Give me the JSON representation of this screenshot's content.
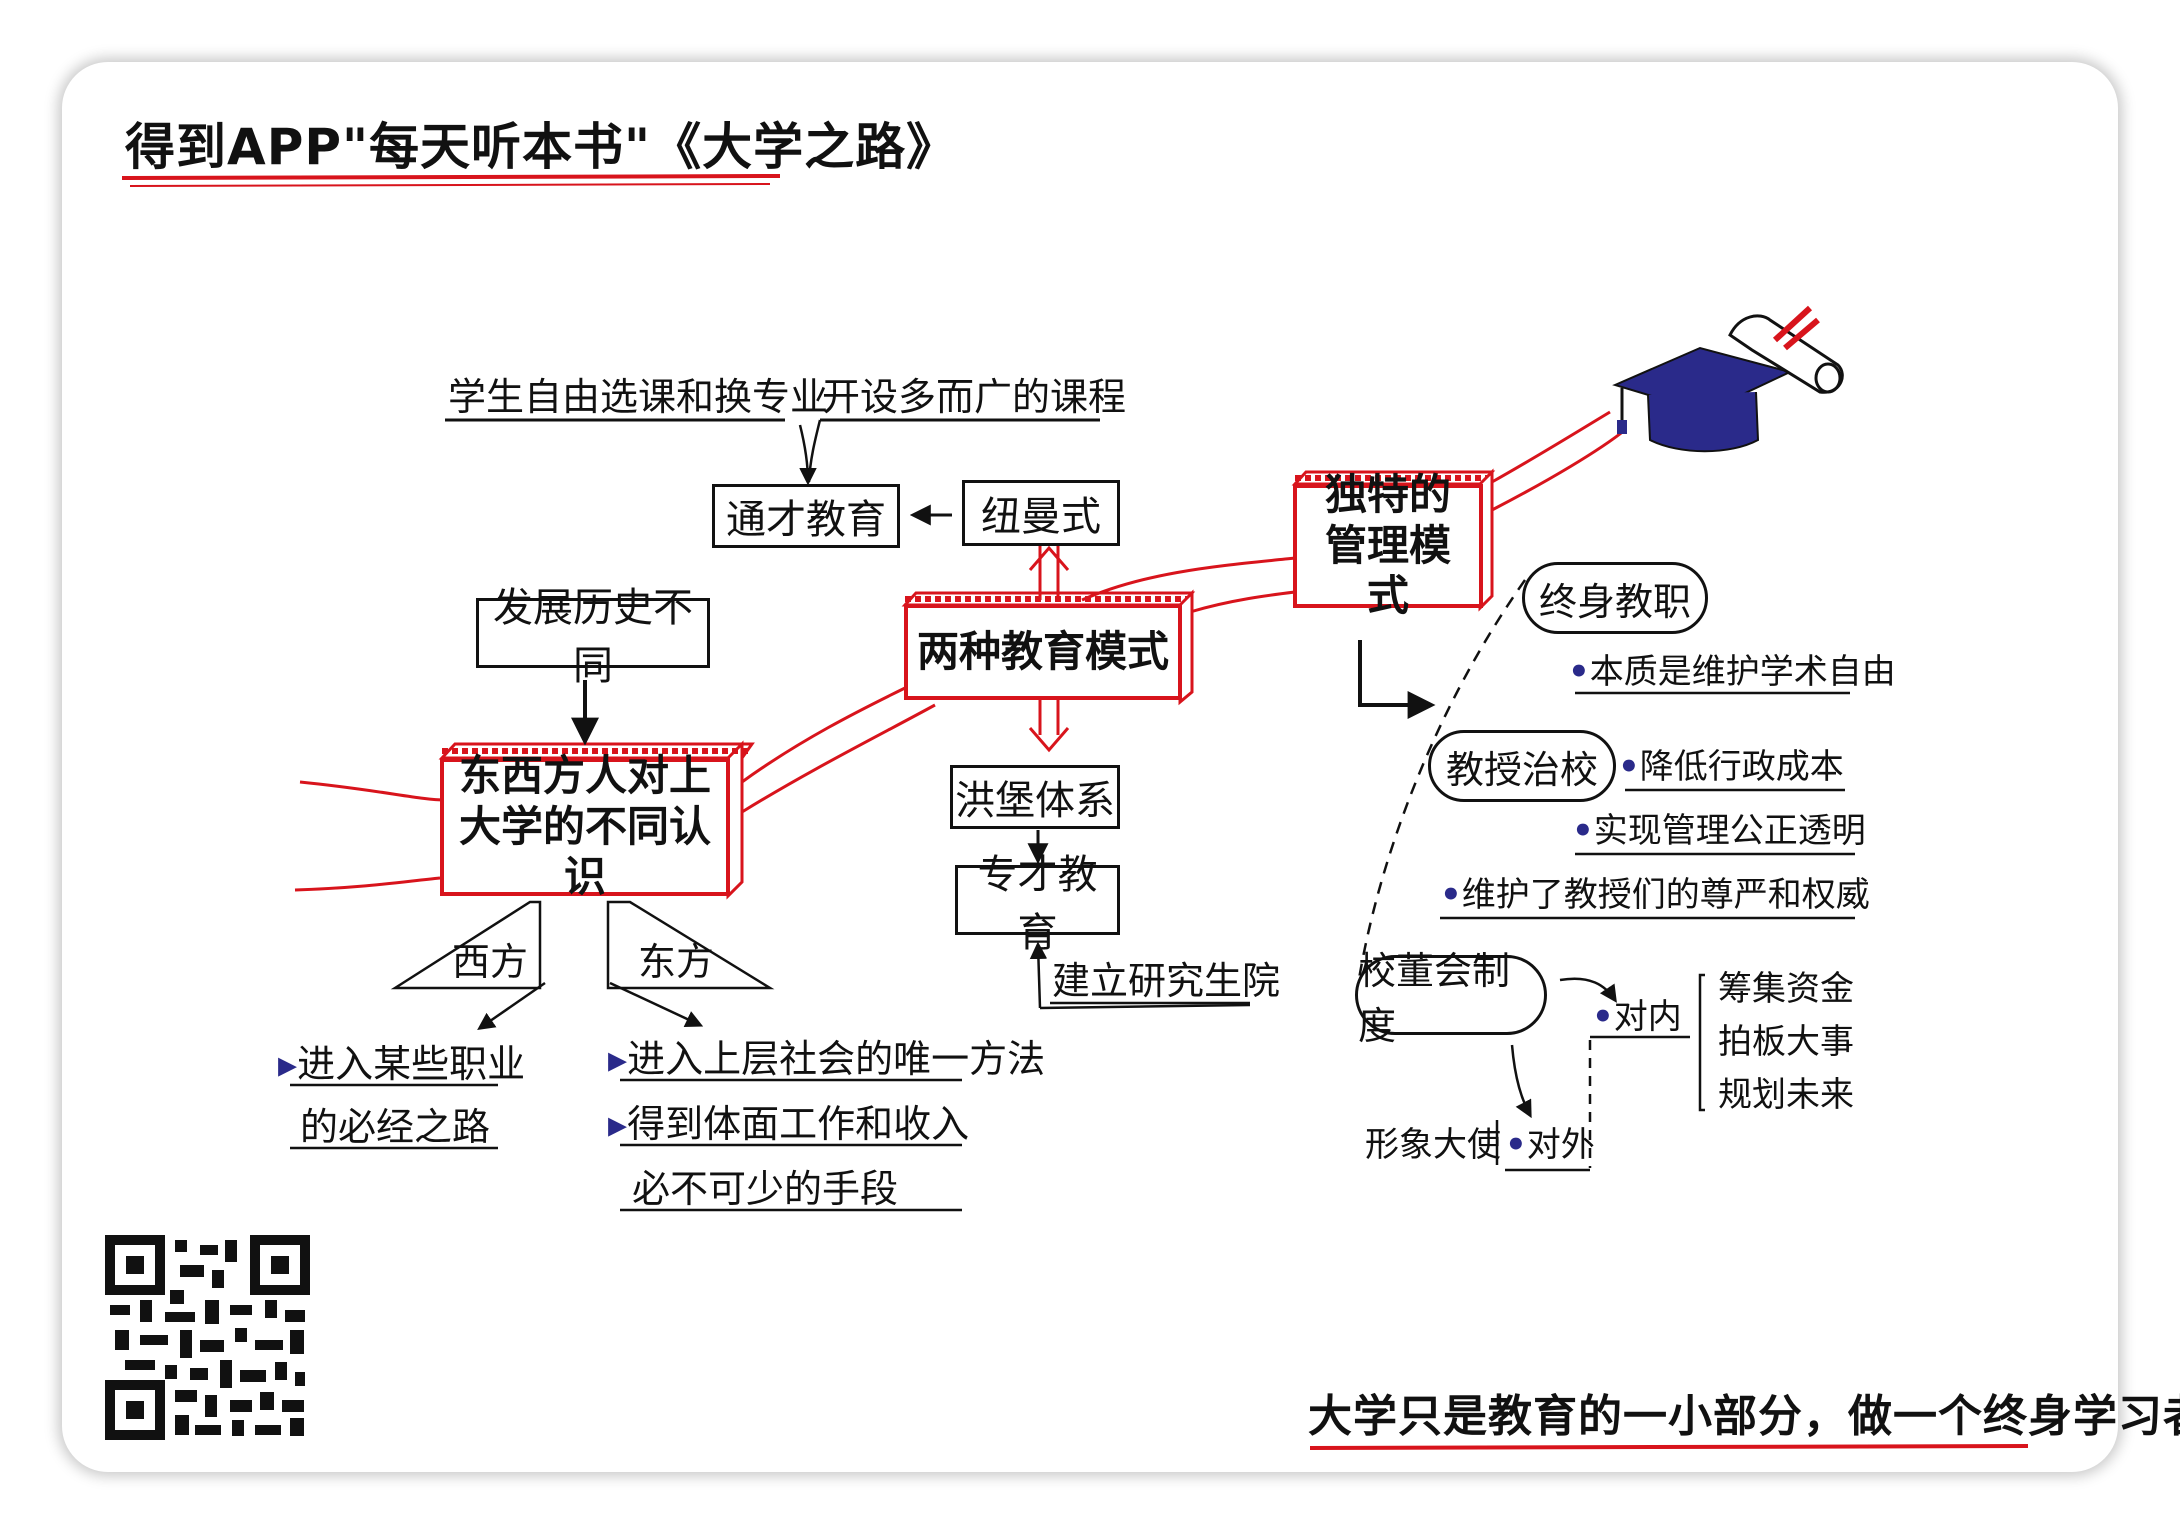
{
  "header": {
    "title": "得到APP\"每天听本书\"《大学之路》"
  },
  "center": {
    "label": "两种教育模式"
  },
  "left": {
    "main": "东西方人对上大学的不同认识",
    "history": "发展历史不同",
    "west": {
      "label": "西方",
      "items": [
        "进入某些职业",
        "的必经之路"
      ]
    },
    "east": {
      "label": "东方",
      "items": [
        "进入上层社会的唯一方法",
        "得到体面工作和收入",
        "必不可少的手段"
      ]
    }
  },
  "top": {
    "newman": "纽曼式",
    "general_edu": "通才教育",
    "free_choice": "学生自由选课和换专业",
    "broad_courses": "开设多而广的课程"
  },
  "bottom": {
    "humboldt": "洪堡体系",
    "specialist_edu": "专才教育",
    "graduate_school": "建立研究生院"
  },
  "right": {
    "management": "独特的管理模式",
    "tenure": "终身教职",
    "tenure_note": "本质是维护学术自由",
    "prof_gov": "教授治校",
    "prof_notes": [
      "降低行政成本",
      "实现管理公正透明",
      "维护了教授们的尊严和权威"
    ],
    "board": "校董会制度",
    "internal": "对内",
    "internal_items": [
      "筹集资金",
      "拍板大事",
      "规划未来"
    ],
    "external": "对外",
    "ambassador": "形象大使"
  },
  "footer": {
    "slogan": "大学只是教育的一小部分，做一个终身学习者。"
  },
  "colors": {
    "accent": "#d8141c",
    "ink": "#111111",
    "cap": "#2a2a8a"
  },
  "icons": [
    "qr-code-icon",
    "graduation-cap-icon",
    "diploma-icon"
  ]
}
